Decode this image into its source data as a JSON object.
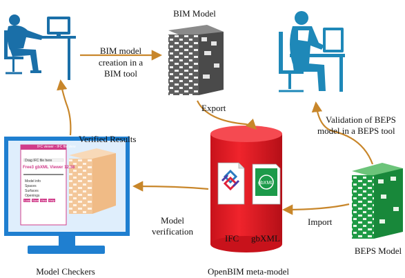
{
  "nodes": {
    "bim_model": {
      "label": "BIM  Model"
    },
    "beps_model": {
      "label": "BEPS  Model"
    },
    "model_checkers": {
      "label": "Model Checkers"
    },
    "openbim": {
      "label": "OpenBIM meta-model",
      "ifc_label": "IFC",
      "gbxml_label": "gbXML",
      "gbxml_icon_text": "gbXML"
    }
  },
  "edges": {
    "creation": [
      "BIM model",
      "creation in a",
      "BIM tool"
    ],
    "export": "Export",
    "validation": [
      "Validation of  BEPS",
      "model in a BEPS tool"
    ],
    "import": "Import",
    "verification": [
      "Model",
      "verification"
    ],
    "verified": "Verified Results"
  },
  "checker_screen": {
    "title": "IFC viewer - IFC file view",
    "line1": "Drag IFC file here",
    "heading": "Free3 gbXML Viewer 12.38",
    "items": [
      "Model info",
      "Spaces",
      "Surfaces",
      "Openings"
    ],
    "buttons": [
      "Load",
      "Save",
      "View",
      "Help"
    ]
  },
  "colors": {
    "arrow": "#c8862a",
    "cylinder": "#ee1c25",
    "person": "#1a6fa8",
    "person_right": "#1e88b8",
    "building_grey": "#6a6a6a",
    "building_green": "#22a34a",
    "monitor": "#1f7fd0"
  }
}
